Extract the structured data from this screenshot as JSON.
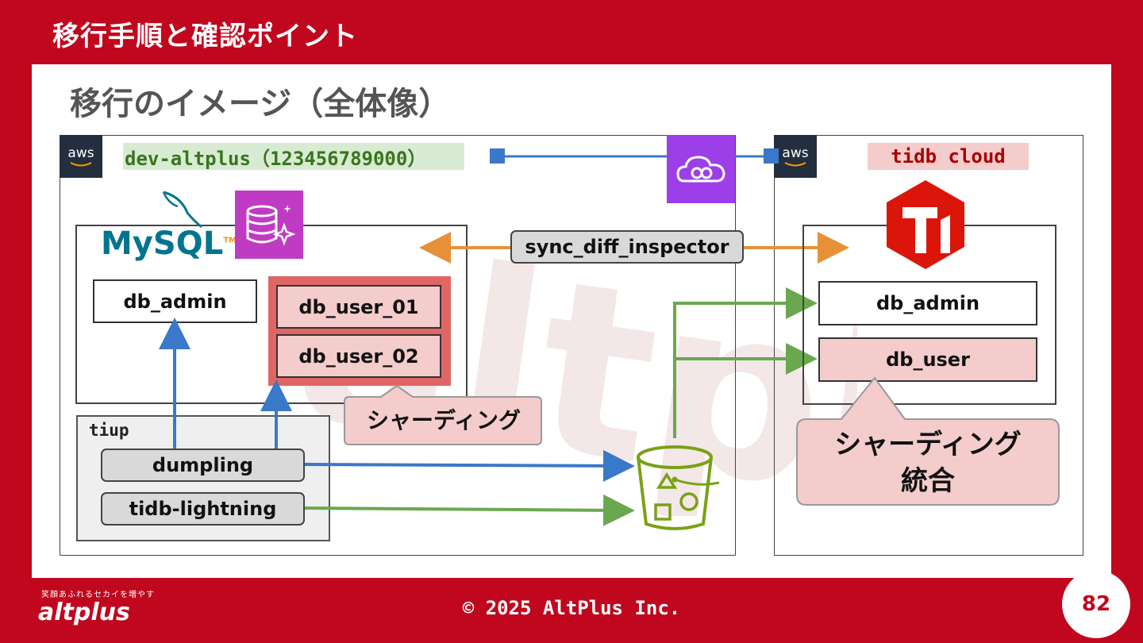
{
  "header": {
    "title": "移行手順と確認ポイント"
  },
  "slide": {
    "subtitle": "移行のイメージ（全体像）"
  },
  "left_account": {
    "aws_label": "aws",
    "name": "dev-altplus（123456789000）"
  },
  "right_account": {
    "aws_label": "aws",
    "name": "tidb cloud"
  },
  "mysql": {
    "logo": "MySQL",
    "logo_tm": "TM",
    "db_admin": "db_admin",
    "db_user_01": "db_user_01",
    "db_user_02": "db_user_02"
  },
  "tiup": {
    "label": "tiup",
    "dumpling": "dumpling",
    "lightning": "tidb-lightning"
  },
  "tidb": {
    "db_admin": "db_admin",
    "db_user": "db_user"
  },
  "sync_tool": "sync_diff_inspector",
  "callouts": {
    "sharding": "シャーディング",
    "sharding_merge_1": "シャーディング",
    "sharding_merge_2": "統合"
  },
  "footer": {
    "copyright": "© 2025 AltPlus Inc.",
    "page": "82",
    "logo": "altplus",
    "logo_tagline": "笑顔あふれるセカイを増やす"
  },
  "colors": {
    "brand_red": "#c0071e",
    "blue_arrow": "#3a78c9",
    "green_arrow": "#6aa84f",
    "orange_arrow": "#e69138",
    "purple_service": "#9d3fe8"
  }
}
